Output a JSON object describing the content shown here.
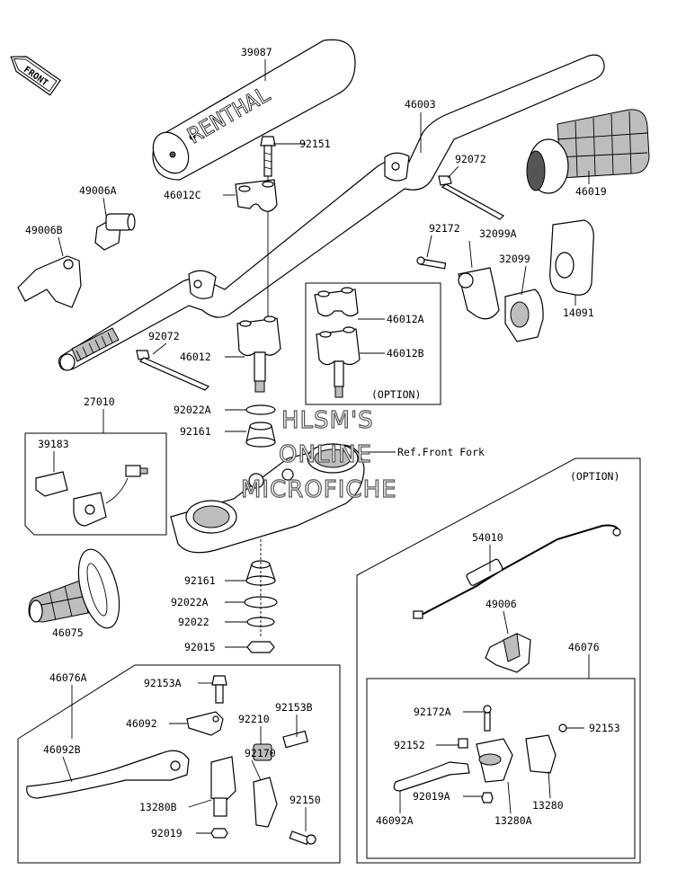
{
  "labels": {
    "p39087": "39087",
    "p46003": "46003",
    "p92151": "92151",
    "p46012C": "46012C",
    "p49006A": "49006A",
    "p49006B": "49006B",
    "p92072a": "92072",
    "p46019": "46019",
    "p92172": "92172",
    "p32099A": "32099A",
    "p32099": "32099",
    "p14091": "14091",
    "p46012A": "46012A",
    "p46012B": "46012B",
    "option1": "(OPTION)",
    "p92072b": "92072",
    "p46012": "46012",
    "p92022A": "92022A",
    "p92161a": "92161",
    "p27010": "27010",
    "p39183": "39183",
    "refFork": "Ref.Front Fork",
    "option2": "(OPTION)",
    "p54010": "54010",
    "p49006": "49006",
    "p46076": "46076",
    "p46075": "46075",
    "p92161b": "92161",
    "p92022Ab": "92022A",
    "p92022": "92022",
    "p92015": "92015",
    "p46076A": "46076A",
    "p92153A": "92153A",
    "p46092": "46092",
    "p92153B": "92153B",
    "p92210": "92210",
    "p46092B": "46092B",
    "p92170": "92170",
    "p13280B": "13280B",
    "p92150": "92150",
    "p92019": "92019",
    "p92172A": "92172A",
    "p92152": "92152",
    "p92153": "92153",
    "p92019A": "92019A",
    "p13280": "13280",
    "p46092A": "46092A",
    "p13280A": "13280A"
  },
  "front_tag": "FRONT",
  "pad_brand": "RENTHAL",
  "watermark": {
    "line1": "HLSM'S",
    "line2": "ONLINE",
    "line3": "MICROFICHE"
  }
}
